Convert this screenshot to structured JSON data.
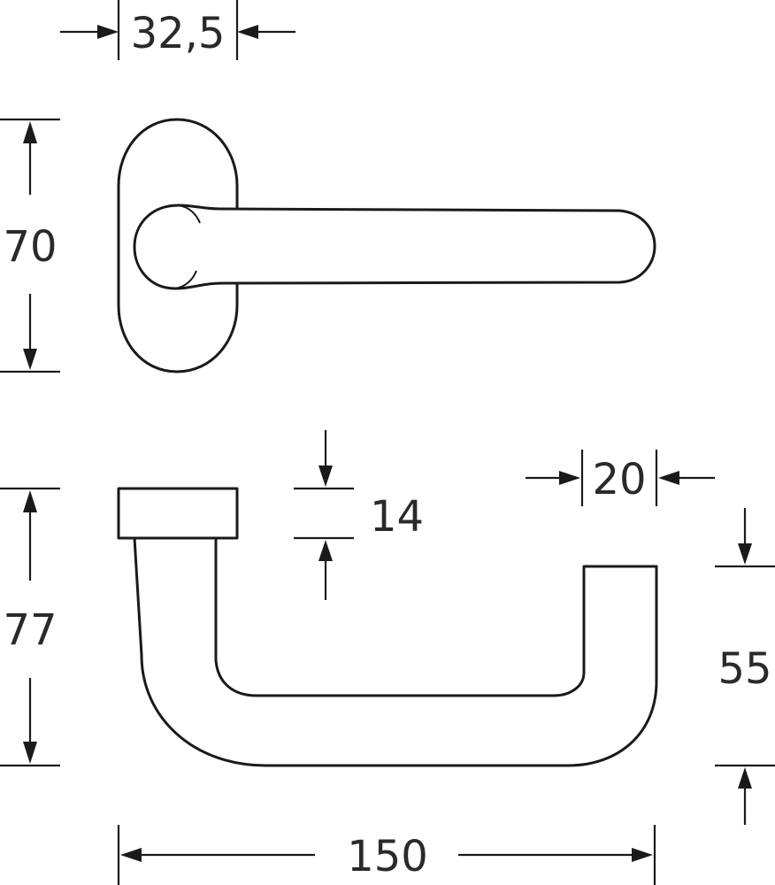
{
  "dimensions": {
    "rose_width": "32,5",
    "rose_height": "70",
    "rose_thickness": "14",
    "lever_height": "77",
    "lever_tip_width": "20",
    "lever_tip_height": "55",
    "lever_length": "150"
  },
  "colors": {
    "line": "#1a1a1a",
    "text": "#2a2a2a",
    "background": "#ffffff"
  }
}
